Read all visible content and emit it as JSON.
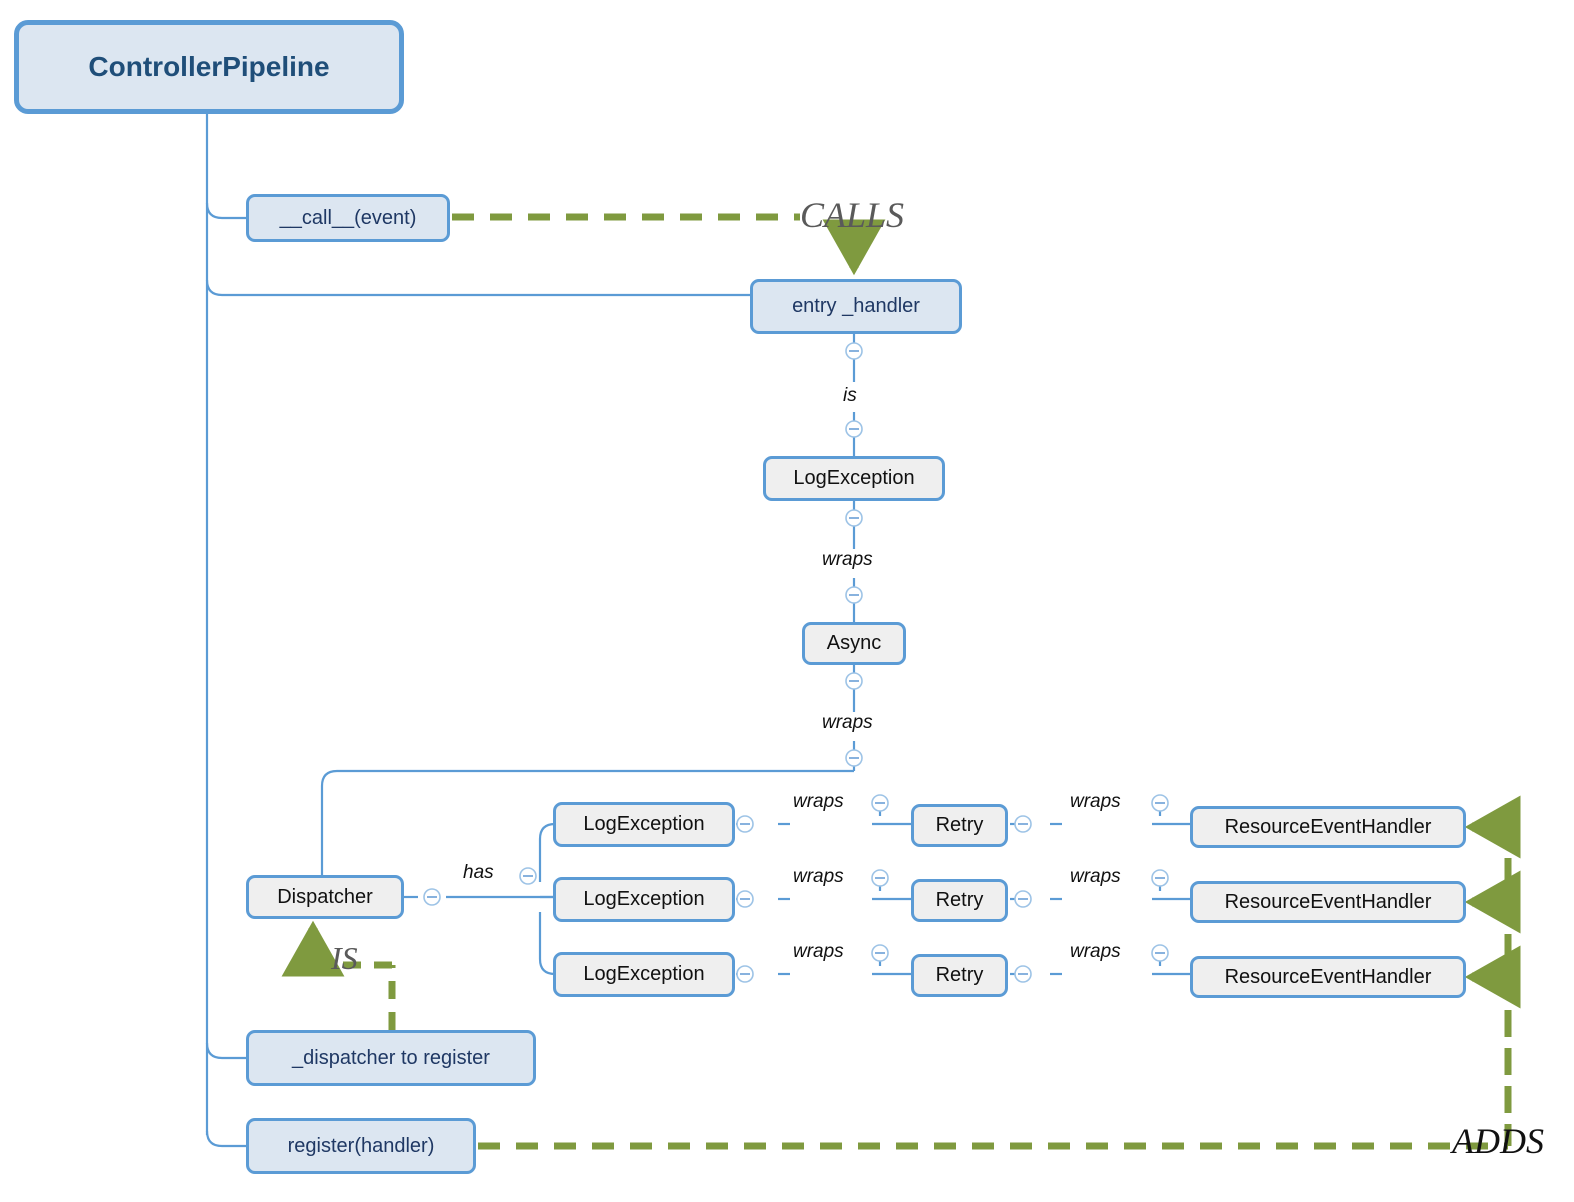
{
  "diagram": {
    "title": "ControllerPipeline",
    "root": {
      "label": "ControllerPipeline"
    },
    "methods": [
      {
        "label": "__call__(event)"
      },
      {
        "label": "entry _handler"
      },
      {
        "label": "_dispatcher to register"
      },
      {
        "label": "register(handler)"
      }
    ],
    "chain": [
      {
        "label": "LogException"
      },
      {
        "label": "Async"
      },
      {
        "label": "Dispatcher"
      }
    ],
    "decorator_rows": [
      {
        "log": "LogException",
        "retry": "Retry",
        "handler": "ResourceEventHandler"
      },
      {
        "log": "LogException",
        "retry": "Retry",
        "handler": "ResourceEventHandler"
      },
      {
        "log": "LogException",
        "retry": "Retry",
        "handler": "ResourceEventHandler"
      }
    ],
    "relations": {
      "is": "is",
      "wraps": "wraps",
      "has": "has"
    },
    "edge_labels": {
      "calls": "CALLS",
      "is": "IS",
      "adds": "ADDS"
    },
    "colors": {
      "node_border": "#5b9bd5",
      "node_fill_blue": "#dce6f1",
      "node_fill_gray": "#efefef",
      "text_navy": "#1f3864",
      "green_edge": "#7f9a3f",
      "connector_blue": "#5b9bd5",
      "label_gray": "#5a5a5a"
    },
    "icons": {
      "collapse": "collapse-toggle-icon"
    }
  }
}
